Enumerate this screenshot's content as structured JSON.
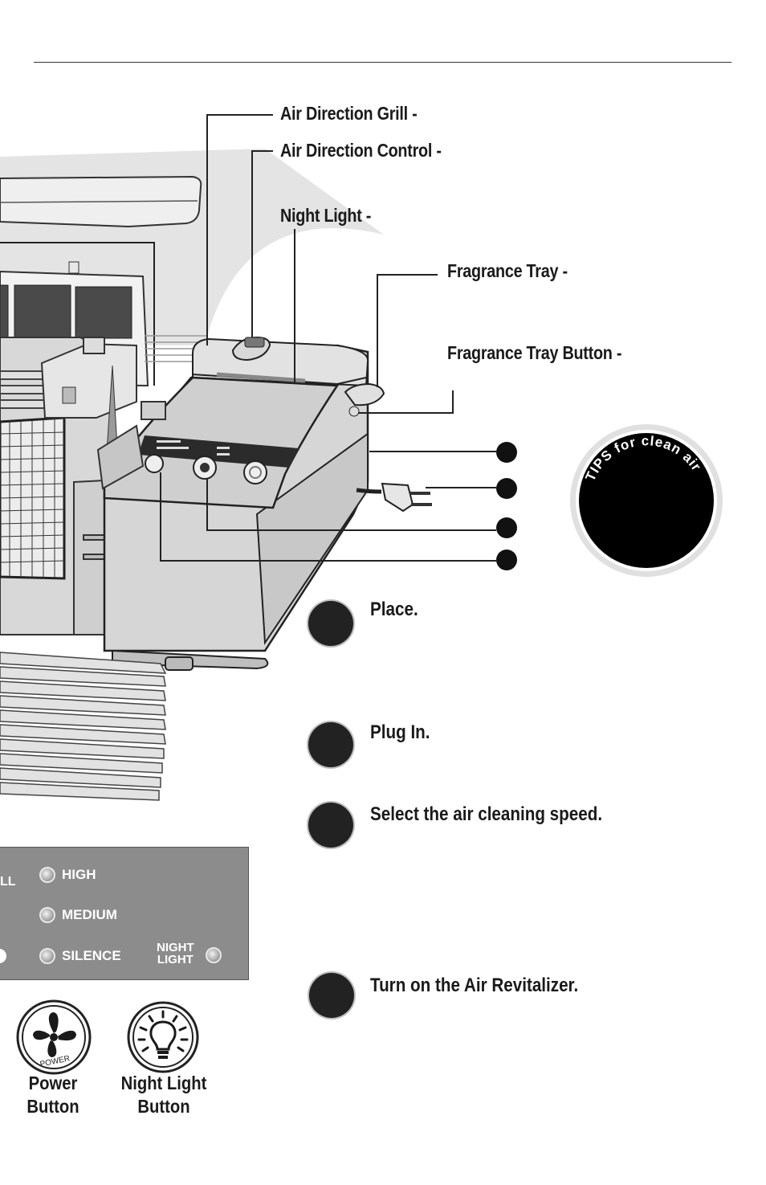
{
  "callouts": {
    "air_direction_grill": "Air Direction Grill -",
    "air_direction_control": "Air Direction Control -",
    "night_light": "Night Light -",
    "fragrance_tray": "Fragrance Tray -",
    "fragrance_tray_button": "Fragrance Tray Button -"
  },
  "tips_badge": "TIPS for clean air",
  "steps": [
    {
      "text": "Place."
    },
    {
      "text": "Plug In."
    },
    {
      "text": "Select the air cleaning speed."
    },
    {
      "text": "Turn on the Air Revitalizer."
    }
  ],
  "control_panel": {
    "cut_text": "LL",
    "high": "HIGH",
    "medium": "MEDIUM",
    "silence": "SILENCE",
    "night_light_line1": "NIGHT",
    "night_light_line2": "LIGHT"
  },
  "power_button": {
    "icon_text": "POWER",
    "label_line1": "Power",
    "label_line2": "Button"
  },
  "night_light_button": {
    "label_line1": "Night Light",
    "label_line2": "Button"
  }
}
